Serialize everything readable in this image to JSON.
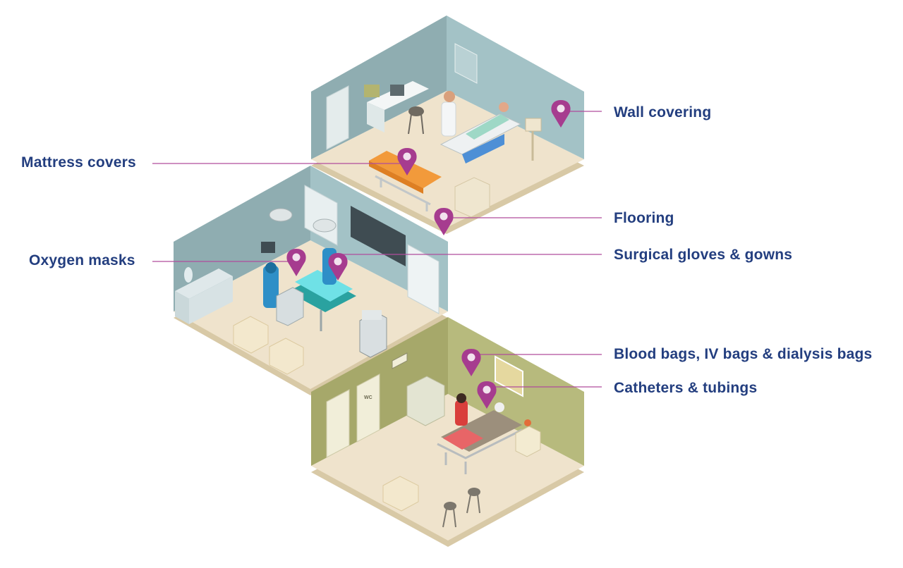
{
  "colors": {
    "label_text": "#233e7f",
    "pin": "#a63c8f",
    "leader_line": "#b04c9c",
    "wall_blue": "#9fc1c6",
    "wall_green": "#a6a86a",
    "floor": "#efe3cc"
  },
  "labels": {
    "wall_covering": "Wall covering",
    "mattress_covers": "Mattress covers",
    "flooring": "Flooring",
    "oxygen_masks": "Oxygen masks",
    "surgical_gloves_gowns": "Surgical gloves & gowns",
    "blood_iv_dialysis_bags": "Blood bags, IV bags & dialysis bags",
    "catheters_tubings": "Catheters & tubings"
  },
  "signage": {
    "wc_door": "WC"
  },
  "icons": [
    "map-pin-icon"
  ]
}
